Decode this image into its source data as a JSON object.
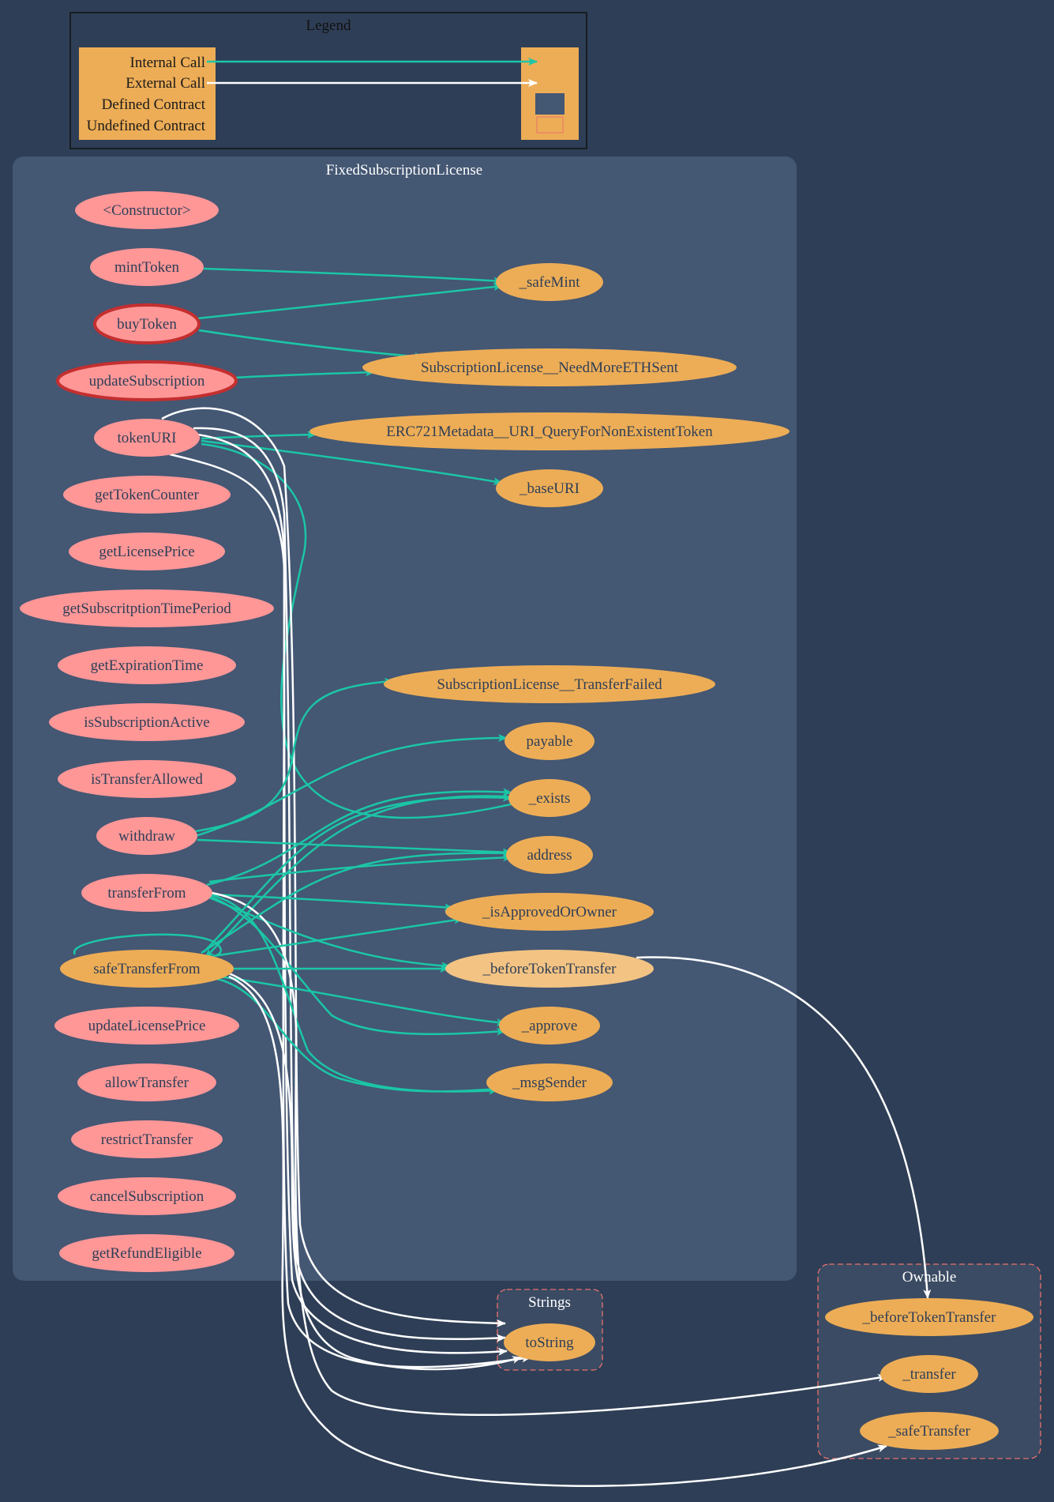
{
  "colors": {
    "background": "#2e3e56",
    "contract_cluster": "#445773",
    "undefined_cluster": "#3b4b63",
    "public_node": "#ff9797",
    "node": "#edad56",
    "highlight_node": "#f2c383",
    "modifier_border": "#c42f2f",
    "internal_call": "#1bc6a6",
    "external_call": "#ffffff",
    "undefined_border": "#e8726d"
  },
  "legend": {
    "title": "Legend",
    "internal_call": "Internal Call",
    "external_call": "External Call",
    "defined_contract": "Defined Contract",
    "undefined_contract": "Undefined Contract"
  },
  "clusters": {
    "main": "FixedSubscriptionLicense",
    "strings": "Strings",
    "ownable": "Ownable"
  },
  "nodes": {
    "constructor": "<Constructor>",
    "mintToken": "mintToken",
    "buyToken": "buyToken",
    "updateSubscription": "updateSubscription",
    "tokenURI": "tokenURI",
    "getTokenCounter": "getTokenCounter",
    "getLicensePrice": "getLicensePrice",
    "getSubscritptionTimePeriod": "getSubscritptionTimePeriod",
    "getExpirationTime": "getExpirationTime",
    "isSubscriptionActive": "isSubscriptionActive",
    "isTransferAllowed": "isTransferAllowed",
    "withdraw": "withdraw",
    "transferFrom": "transferFrom",
    "safeTransferFrom": "safeTransferFrom",
    "updateLicensePrice": "updateLicensePrice",
    "allowTransfer": "allowTransfer",
    "restrictTransfer": "restrictTransfer",
    "cancelSubscription": "cancelSubscription",
    "getRefundEligible": "getRefundEligible",
    "safeMint": "_safeMint",
    "needMoreEth": "SubscriptionLicense__NeedMoreETHSent",
    "uriQuery": "ERC721Metadata__URI_QueryForNonExistentToken",
    "baseURI": "_baseURI",
    "transferFailed": "SubscriptionLicense__TransferFailed",
    "payable": "payable",
    "exists": "_exists",
    "address": "address",
    "isApprovedOrOwner": "_isApprovedOrOwner",
    "beforeTokenTransfer": "_beforeTokenTransfer",
    "approve": "_approve",
    "msgSender": "_msgSender",
    "toString": "toString",
    "ownableBeforeTokenTransfer": "_beforeTokenTransfer",
    "ownableTransfer": "_transfer",
    "ownableSafeTransfer": "_safeTransfer"
  },
  "edges": [
    {
      "from": "mintToken",
      "to": "safeMint",
      "type": "internal"
    },
    {
      "from": "buyToken",
      "to": "safeMint",
      "type": "internal"
    },
    {
      "from": "buyToken",
      "to": "needMoreEth",
      "type": "internal"
    },
    {
      "from": "updateSubscription",
      "to": "needMoreEth",
      "type": "internal"
    },
    {
      "from": "tokenURI",
      "to": "uriQuery",
      "type": "internal"
    },
    {
      "from": "tokenURI",
      "to": "baseURI",
      "type": "internal"
    },
    {
      "from": "tokenURI",
      "to": "exists",
      "type": "internal"
    },
    {
      "from": "tokenURI",
      "to": "toString",
      "type": "external"
    },
    {
      "from": "withdraw",
      "to": "transferFailed",
      "type": "internal"
    },
    {
      "from": "withdraw",
      "to": "payable",
      "type": "internal"
    },
    {
      "from": "withdraw",
      "to": "address",
      "type": "internal"
    },
    {
      "from": "transferFrom",
      "to": "exists",
      "type": "internal"
    },
    {
      "from": "transferFrom",
      "to": "address",
      "type": "internal"
    },
    {
      "from": "transferFrom",
      "to": "isApprovedOrOwner",
      "type": "internal"
    },
    {
      "from": "transferFrom",
      "to": "beforeTokenTransfer",
      "type": "internal"
    },
    {
      "from": "transferFrom",
      "to": "approve",
      "type": "internal"
    },
    {
      "from": "transferFrom",
      "to": "msgSender",
      "type": "internal"
    },
    {
      "from": "transferFrom",
      "to": "safeTransferFrom",
      "type": "internal"
    },
    {
      "from": "transferFrom",
      "to": "toString",
      "type": "external"
    },
    {
      "from": "transferFrom",
      "to": "ownableTransfer",
      "type": "external"
    },
    {
      "from": "safeTransferFrom",
      "to": "safeTransferFrom",
      "type": "internal"
    },
    {
      "from": "safeTransferFrom",
      "to": "exists",
      "type": "internal"
    },
    {
      "from": "safeTransferFrom",
      "to": "address",
      "type": "internal"
    },
    {
      "from": "safeTransferFrom",
      "to": "isApprovedOrOwner",
      "type": "internal"
    },
    {
      "from": "safeTransferFrom",
      "to": "beforeTokenTransfer",
      "type": "internal"
    },
    {
      "from": "safeTransferFrom",
      "to": "approve",
      "type": "internal"
    },
    {
      "from": "safeTransferFrom",
      "to": "msgSender",
      "type": "internal"
    },
    {
      "from": "safeTransferFrom",
      "to": "toString",
      "type": "external"
    },
    {
      "from": "safeTransferFrom",
      "to": "ownableSafeTransfer",
      "type": "external"
    },
    {
      "from": "beforeTokenTransfer",
      "to": "ownableBeforeTokenTransfer",
      "type": "external"
    }
  ]
}
